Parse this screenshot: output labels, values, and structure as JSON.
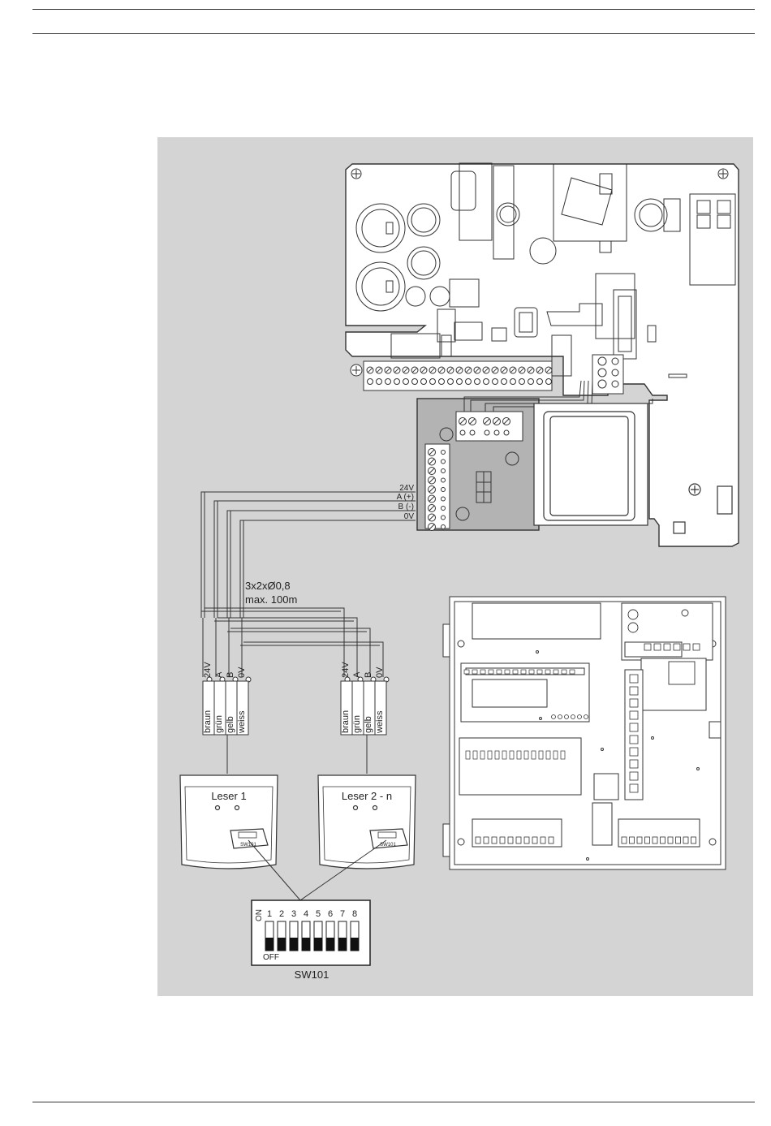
{
  "terminal_labels": [
    "24V",
    "A (+)",
    "B (-)",
    "0V"
  ],
  "cable": {
    "spec": "3x2xØ0,8",
    "length": "max. 100m"
  },
  "wire_signals": [
    "24V",
    "A",
    "B",
    "0V"
  ],
  "wire_colors": [
    "braun",
    "grün",
    "gelb",
    "weiss"
  ],
  "readers": [
    {
      "label": "Leser 1",
      "switch_label": "SW101"
    },
    {
      "label": "Leser 2 - n",
      "switch_label": "SW101"
    }
  ],
  "dip_switch": {
    "on_label": "ON",
    "off_label": "OFF",
    "numbers": [
      "1",
      "2",
      "3",
      "4",
      "5",
      "6",
      "7",
      "8"
    ],
    "name": "SW101"
  },
  "colors": {
    "panel": "#d4d4d4",
    "board": "#ffffff",
    "module": "#b3b3b3",
    "line": "#333333"
  }
}
